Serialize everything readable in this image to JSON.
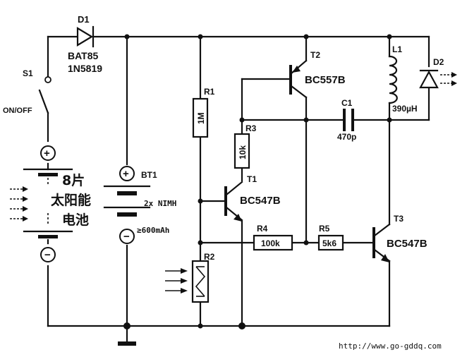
{
  "components": {
    "d1": {
      "ref": "D1",
      "part1": "BAT85",
      "part2": "1N5819"
    },
    "s1": {
      "ref": "S1",
      "function": "ON/OFF"
    },
    "solar": {
      "line1": "8片",
      "line2": "太阳能",
      "line3": "电池"
    },
    "bt1": {
      "ref": "BT1",
      "spec1": "2x NIMH",
      "spec2": "≥600mAh"
    },
    "r1": {
      "ref": "R1",
      "value": "1M"
    },
    "r2": {
      "ref": "R2"
    },
    "r3": {
      "ref": "R3",
      "value": "10k"
    },
    "r4": {
      "ref": "R4",
      "value": "100k"
    },
    "r5": {
      "ref": "R5",
      "value": "5k6"
    },
    "t1": {
      "ref": "T1",
      "part": "BC547B"
    },
    "t2": {
      "ref": "T2",
      "part": "BC557B"
    },
    "t3": {
      "ref": "T3",
      "part": "BC547B"
    },
    "c1": {
      "ref": "C1",
      "value": "470p"
    },
    "l1": {
      "ref": "L1",
      "value": "390µH"
    },
    "d2": {
      "ref": "D2"
    }
  },
  "symbols": {
    "plus": "+",
    "minus": "−"
  },
  "watermark": "http://www.go-gddq.com"
}
